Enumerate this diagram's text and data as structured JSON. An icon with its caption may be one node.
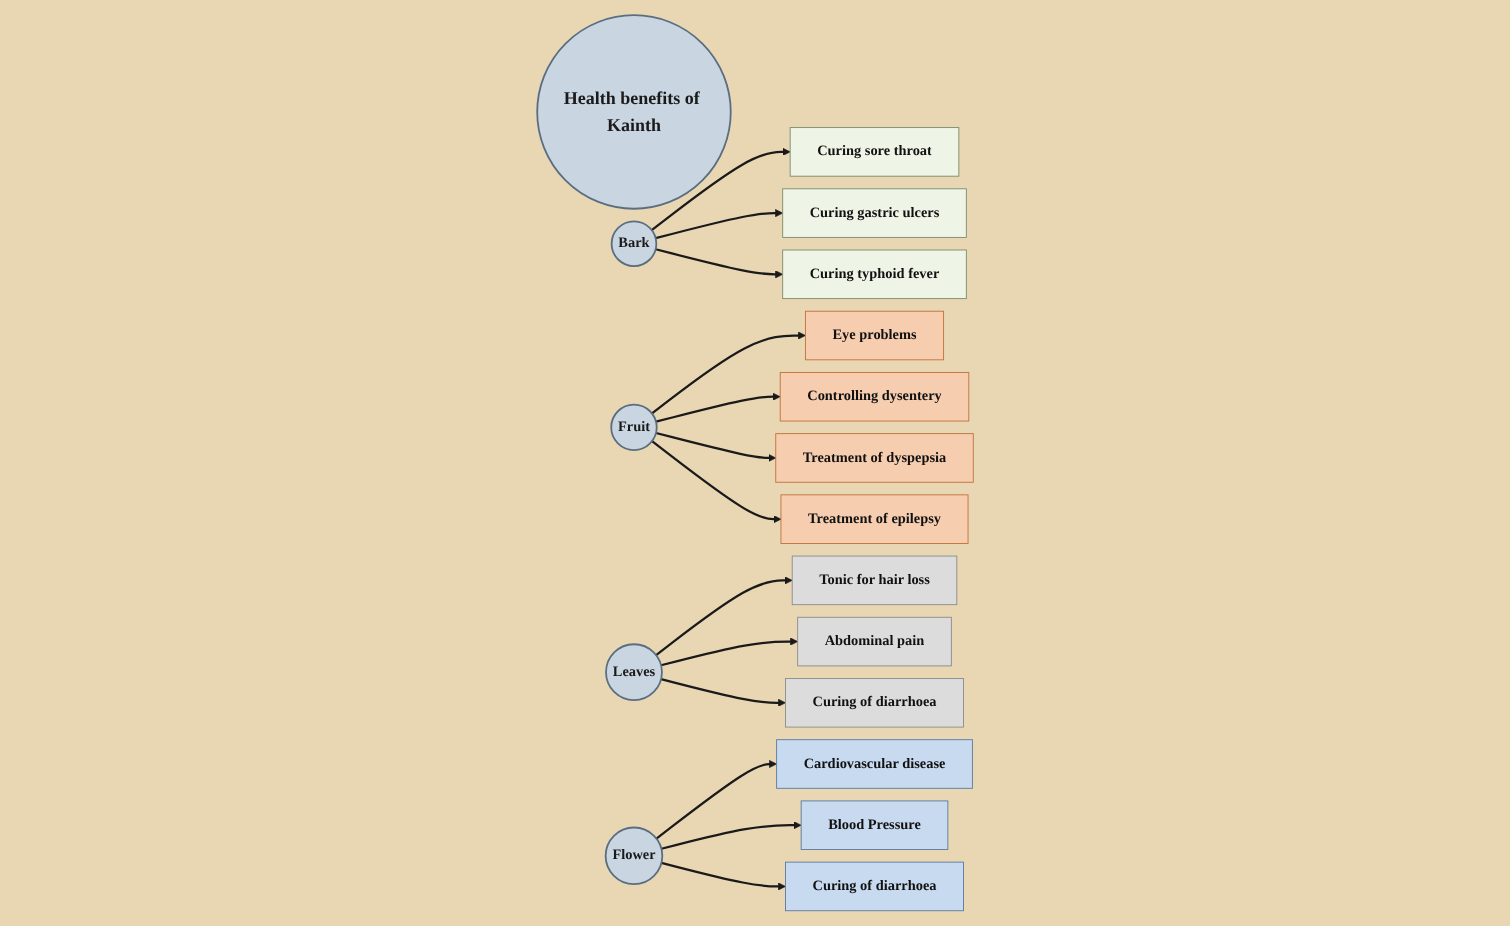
{
  "diagram": {
    "nodes": [
      {
        "text": [
          "Health benefits of Kainth"
        ]
      },
      {
        "text": [
          "Bark"
        ]
      },
      {
        "text": [
          "Fruit"
        ]
      },
      {
        "text": [
          "Leaves"
        ]
      },
      {
        "text": [
          "Flower"
        ]
      },
      {
        "text": [
          "Curing sore throat"
        ]
      },
      {
        "text": [
          "Curing gastric ulcers"
        ]
      },
      {
        "text": [
          "Curing typhoid fever"
        ]
      },
      {
        "text": [
          "Eye problems"
        ]
      },
      {
        "text": [
          "Controlling dysentery"
        ]
      },
      {
        "text": [
          "Treatment of dyspepsia"
        ]
      },
      {
        "text": [
          "Treatment of epilepsy"
        ]
      },
      {
        "text": [
          "Tonic for hair loss"
        ]
      },
      {
        "text": [
          "Abdominal pain"
        ]
      },
      {
        "text": [
          "Curing of diarrhoea"
        ]
      },
      {
        "text": [
          "Cardiovascular disease"
        ]
      },
      {
        "text": [
          "Blood Pressure"
        ]
      },
      {
        "text": [
          "Curing of diarrhoea"
        ]
      }
    ],
    "edges": [
      {
        "from": 1,
        "to": 5,
        "arrow": "to"
      },
      {
        "from": 1,
        "to": 6,
        "arrow": "to"
      },
      {
        "from": 1,
        "to": 7,
        "arrow": "to"
      },
      {
        "from": 2,
        "to": 8,
        "arrow": "to"
      },
      {
        "from": 2,
        "to": 9,
        "arrow": "to"
      },
      {
        "from": 2,
        "to": 10,
        "arrow": "to"
      },
      {
        "from": 2,
        "to": 11,
        "arrow": "to"
      },
      {
        "from": 3,
        "to": 12,
        "arrow": "to"
      },
      {
        "from": 3,
        "to": 13,
        "arrow": "to"
      },
      {
        "from": 3,
        "to": 14,
        "arrow": "to"
      },
      {
        "from": 4,
        "to": 15,
        "arrow": "to"
      },
      {
        "from": 4,
        "to": 16,
        "arrow": "to"
      },
      {
        "from": 4,
        "to": 17,
        "arrow": "to"
      }
    ]
  }
}
